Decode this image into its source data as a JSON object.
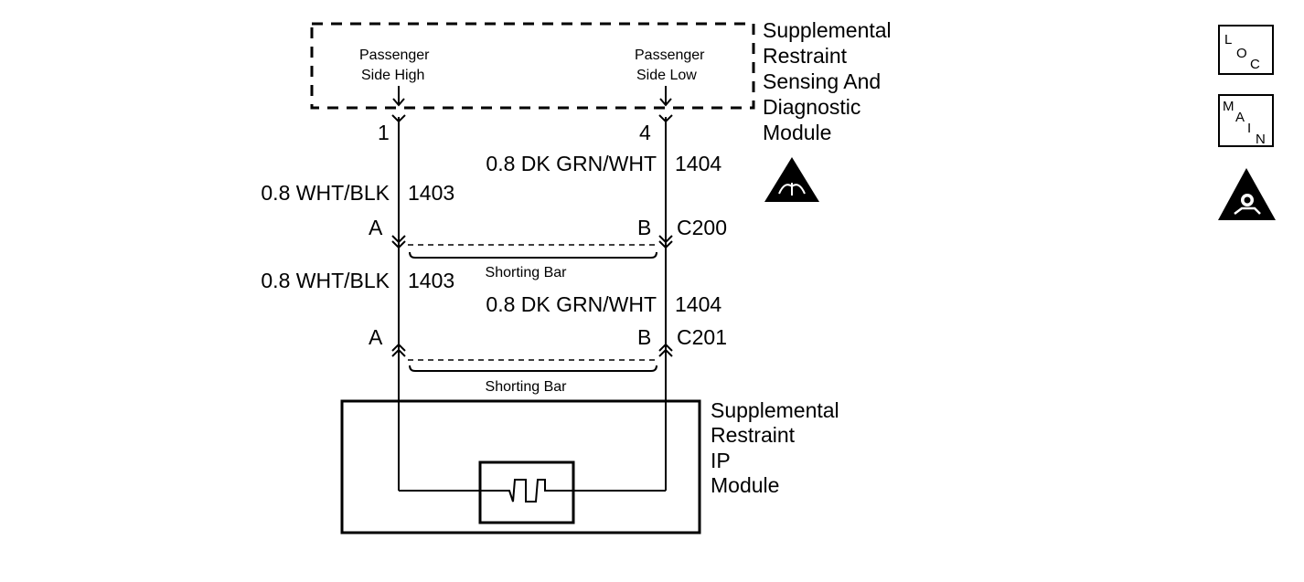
{
  "sdm": {
    "name_lines": [
      "Supplemental",
      "Restraint",
      "Sensing And",
      "Diagnostic",
      "Module"
    ],
    "left_terminal_label": [
      "Passenger",
      "Side  High"
    ],
    "right_terminal_label": [
      "Passenger",
      "Side  Low"
    ],
    "left_pin": "1",
    "right_pin": "4"
  },
  "wires": {
    "left_top": {
      "spec": "0.8 WHT/BLK",
      "circuit": "1403"
    },
    "right_top": {
      "spec": "0.8 DK GRN/WHT",
      "circuit": "1404"
    },
    "left_bottom": {
      "spec": "0.8 WHT/BLK",
      "circuit": "1403"
    },
    "right_bottom": {
      "spec": "0.8 DK GRN/WHT",
      "circuit": "1404"
    }
  },
  "connectors": [
    {
      "id": "C200",
      "pin_left": "A",
      "pin_right": "B",
      "shorting_bar": "Shorting Bar"
    },
    {
      "id": "C201",
      "pin_left": "A",
      "pin_right": "B",
      "shorting_bar": "Shorting Bar"
    }
  ],
  "ip_module": {
    "name_lines": [
      "Supplemental",
      "Restraint",
      "IP",
      "Module"
    ]
  },
  "legend_icons": [
    {
      "name": "loc-icon",
      "letters": [
        "L",
        "O",
        "C"
      ]
    },
    {
      "name": "main-icon",
      "letters": [
        "M",
        "A",
        "I",
        "N"
      ]
    },
    {
      "name": "airbag-warning-icon"
    }
  ],
  "esd_icon": "esd-warning-icon"
}
